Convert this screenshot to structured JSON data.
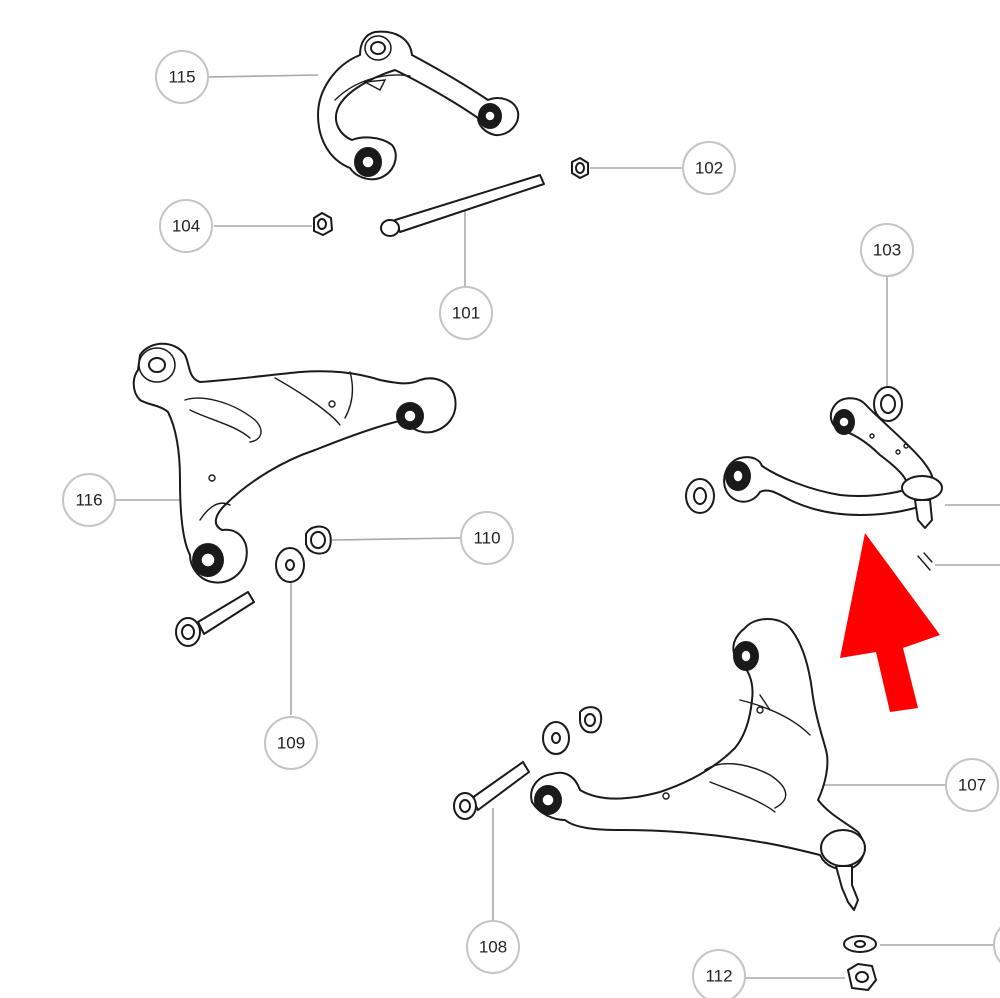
{
  "callouts": [
    {
      "id": "115",
      "label": "115"
    },
    {
      "id": "102",
      "label": "102"
    },
    {
      "id": "104",
      "label": "104"
    },
    {
      "id": "101",
      "label": "101"
    },
    {
      "id": "103",
      "label": "103"
    },
    {
      "id": "116",
      "label": "116"
    },
    {
      "id": "110",
      "label": "110"
    },
    {
      "id": "109",
      "label": "109"
    },
    {
      "id": "107",
      "label": "107"
    },
    {
      "id": "108",
      "label": "108"
    },
    {
      "id": "112",
      "label": "112"
    }
  ],
  "colors": {
    "arrow": "#ff0000",
    "line_art": "#1a1a1a",
    "leader": "#a8a8a8"
  }
}
